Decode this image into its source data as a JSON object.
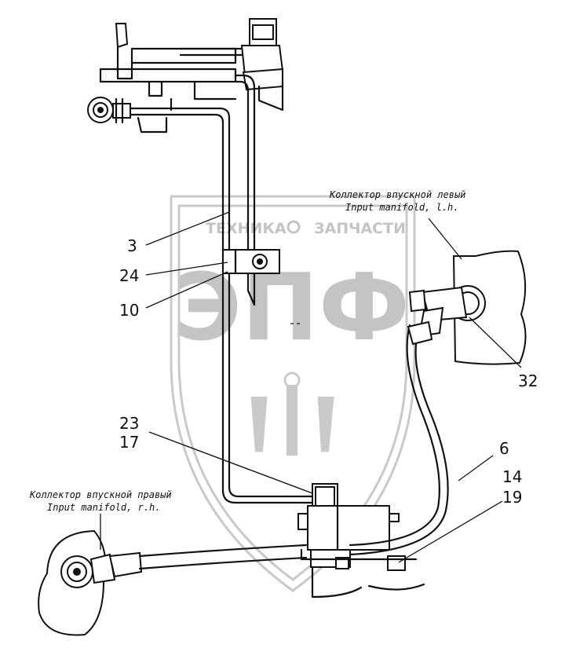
{
  "watermark": {
    "text_top_left": "ТЕХНИКА",
    "text_top_right": "ЗАПЧАСТИ",
    "big_letters": "ЭПФ",
    "logo_color": "#c4c4c4"
  },
  "captions": {
    "left_manifold_ru": "Коллектор впускной левый",
    "left_manifold_en": "Input manifold, l.h.",
    "right_manifold_ru": "Коллектор впускной правый",
    "right_manifold_en": "Input manifold, r.h."
  },
  "callouts": {
    "c3": "3",
    "c24": "24",
    "c10": "10",
    "c32": "32",
    "c23": "23",
    "c17": "17",
    "c6": "6",
    "c14": "14",
    "c19": "19"
  }
}
